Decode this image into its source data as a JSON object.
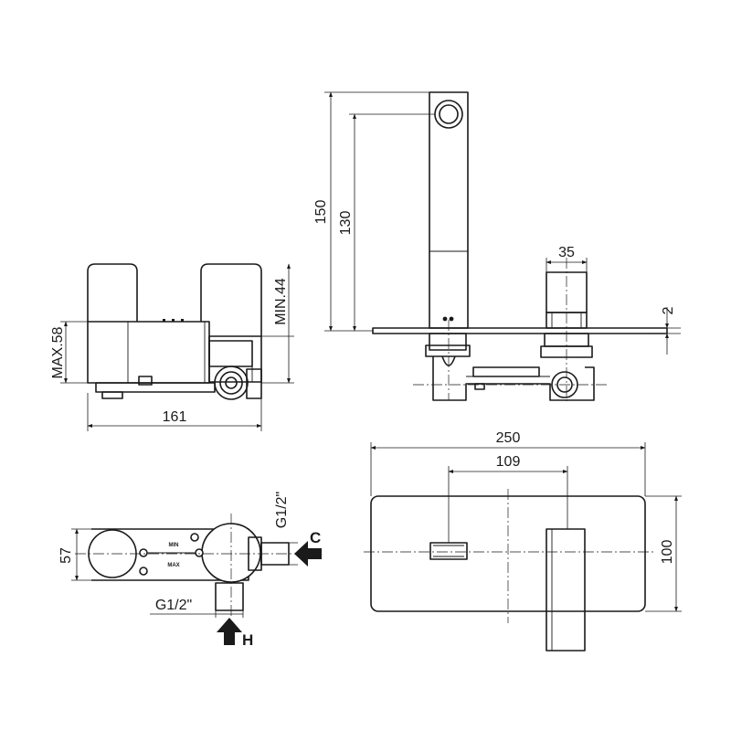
{
  "front_view": {
    "dim_max58": "MAX.58",
    "dim_min44": "MIN.44",
    "dim_161": "161"
  },
  "side_view": {
    "dim_150": "150",
    "dim_130": "130",
    "dim_35": "35",
    "dim_2": "2"
  },
  "plan_view": {
    "dim_57": "57",
    "thread_top": "G1/2\"",
    "thread_bottom": "G1/2\"",
    "label_c": "C",
    "label_h": "H",
    "engrave_min": "MIN",
    "engrave_max": "MAX"
  },
  "plate_view": {
    "dim_250": "250",
    "dim_109": "109",
    "dim_100": "100"
  }
}
